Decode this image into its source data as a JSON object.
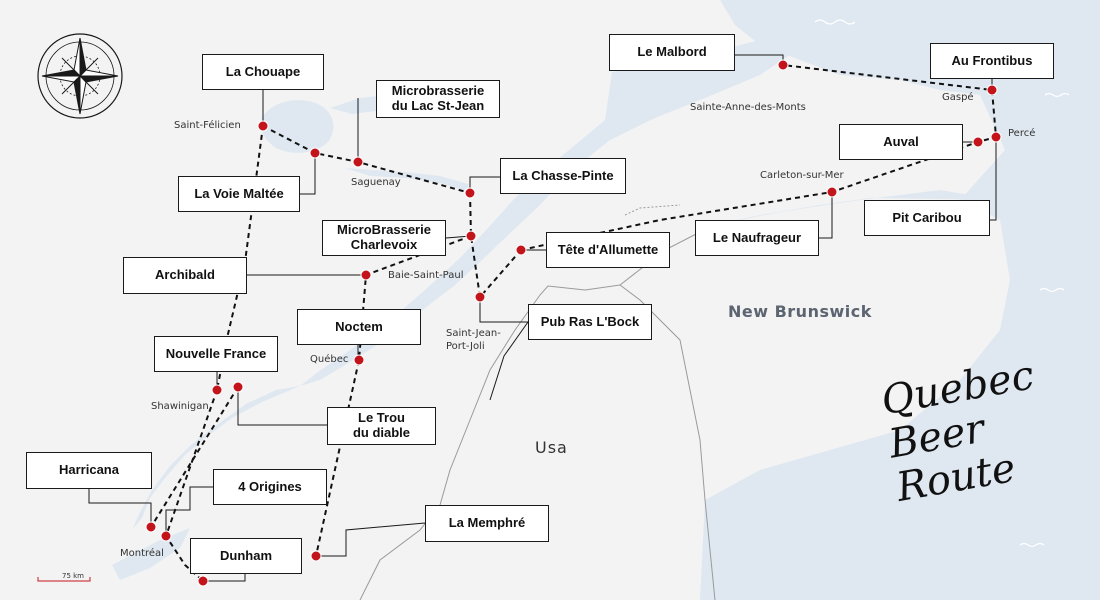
{
  "map": {
    "title": "Quebec\nBeer Route",
    "region_label": "New Brunswick",
    "country_label": "Usa",
    "scale_label": "75 km",
    "colors": {
      "water": "#dfe8f1",
      "land": "#f3f3f3",
      "route": "#111111",
      "stop": "#c4141b",
      "border": "#9a9a9a"
    },
    "icons": [
      "compass-rose-icon"
    ],
    "breweries": [
      "La Chouape",
      "Microbrasserie\ndu Lac St-Jean",
      "La Voie Maltée",
      "La Chasse-Pinte",
      "MicroBrasserie\nCharlevoix",
      "Archibald",
      "Tête d'Allumette",
      "Noctem",
      "Pub Ras L'Bock",
      "Nouvelle France",
      "Le Trou\ndu diable",
      "Harricana",
      "4 Origines",
      "La Memphré",
      "Dunham",
      "Le Malbord",
      "Au Frontibus",
      "Auval",
      "Pit Caribou",
      "Le Naufrageur"
    ],
    "places": [
      "Saint-Félicien",
      "Saguenay",
      "Baie-Saint-Paul",
      "Saint-Jean-\nPort-Joli",
      "Québec",
      "Shawinigan",
      "Montréal",
      "Sainte-Anne-des-Monts",
      "Gaspé",
      "Percé",
      "Carleton-sur-Mer"
    ]
  }
}
